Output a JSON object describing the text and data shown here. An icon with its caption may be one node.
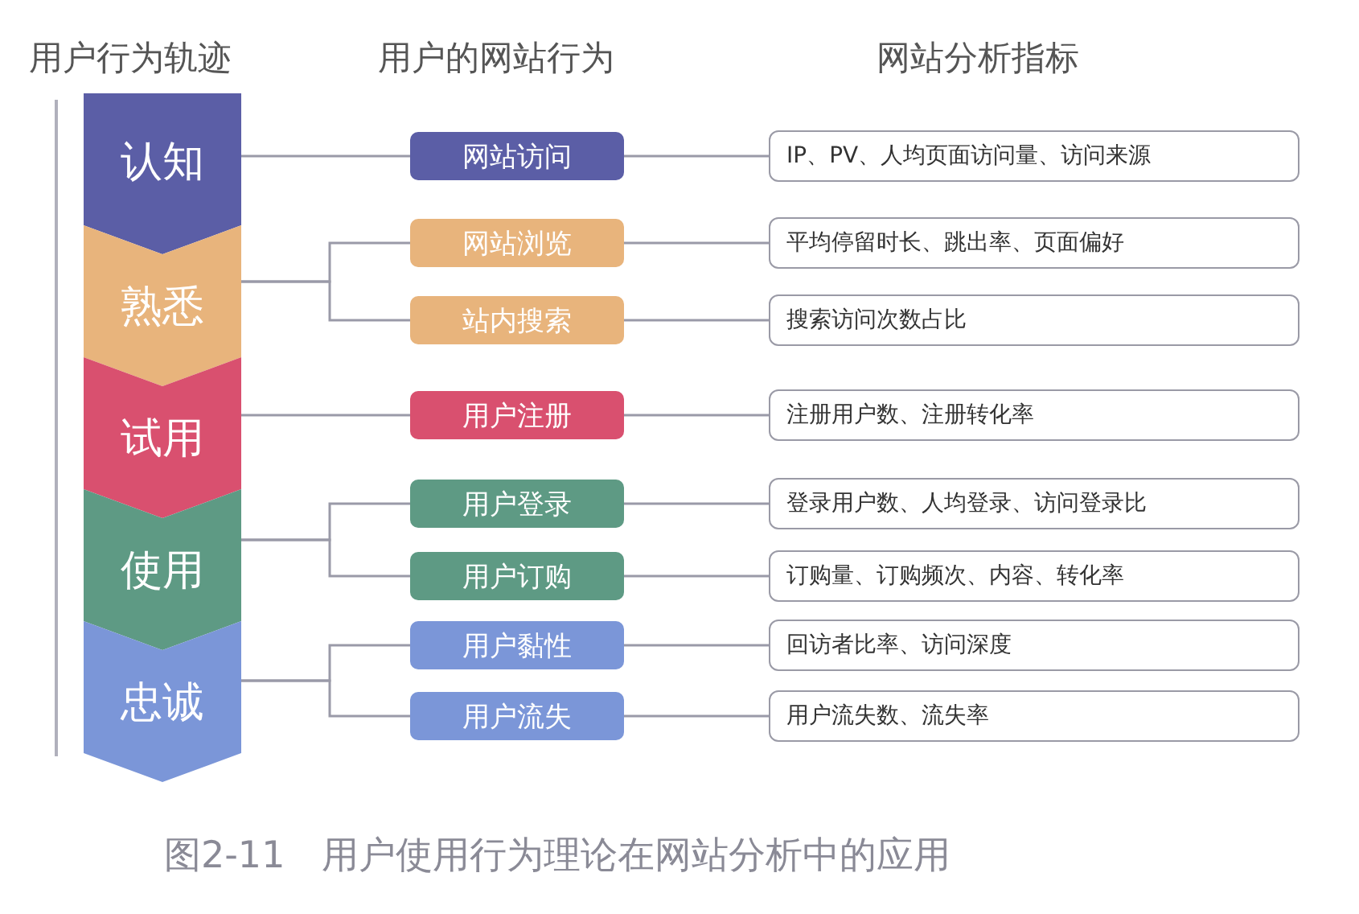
{
  "diagram": {
    "caption": "图2-11　用户使用行为理论在网站分析中的应用",
    "nodes": [
      {
        "text": [
          "认知"
        ]
      },
      {
        "text": [
          "熟悉"
        ]
      },
      {
        "text": [
          "试用"
        ]
      },
      {
        "text": [
          "使用"
        ]
      },
      {
        "text": [
          "忠诚"
        ]
      },
      {
        "text": [
          "网站访问"
        ]
      },
      {
        "text": [
          "网站浏览"
        ]
      },
      {
        "text": [
          "站内搜索"
        ]
      },
      {
        "text": [
          "用户注册"
        ]
      },
      {
        "text": [
          "用户登录"
        ]
      },
      {
        "text": [
          "用户订购"
        ]
      },
      {
        "text": [
          "用户黏性"
        ]
      },
      {
        "text": [
          "用户流失"
        ]
      },
      {
        "text": [
          "IP、PV、人均页面访问量、访问来源"
        ]
      },
      {
        "text": [
          "平均停留时长、跳出率、页面偏好"
        ]
      },
      {
        "text": [
          "搜索访问次数占比"
        ]
      },
      {
        "text": [
          "注册用户数、注册转化率"
        ]
      },
      {
        "text": [
          "登录用户数、人均登录、访问登录比"
        ]
      },
      {
        "text": [
          "订购量、订购频次、内容、转化率"
        ]
      },
      {
        "text": [
          "回访者比率、访问深度"
        ]
      },
      {
        "text": [
          "用户流失数、流失率"
        ]
      }
    ],
    "edges": [
      {
        "from": 0,
        "to": 5,
        "arrow": "none"
      },
      {
        "from": 1,
        "to": 6,
        "arrow": "none"
      },
      {
        "from": 1,
        "to": 7,
        "arrow": "none"
      },
      {
        "from": 2,
        "to": 8,
        "arrow": "none"
      },
      {
        "from": 3,
        "to": 9,
        "arrow": "none"
      },
      {
        "from": 3,
        "to": 10,
        "arrow": "none"
      },
      {
        "from": 4,
        "to": 11,
        "arrow": "none"
      },
      {
        "from": 4,
        "to": 12,
        "arrow": "none"
      },
      {
        "from": 5,
        "to": 13,
        "arrow": "none"
      },
      {
        "from": 6,
        "to": 14,
        "arrow": "none"
      },
      {
        "from": 7,
        "to": 15,
        "arrow": "none"
      },
      {
        "from": 8,
        "to": 16,
        "arrow": "none"
      },
      {
        "from": 9,
        "to": 17,
        "arrow": "none"
      },
      {
        "from": 10,
        "to": 18,
        "arrow": "none"
      },
      {
        "from": 11,
        "to": 19,
        "arrow": "none"
      },
      {
        "from": 12,
        "to": 20,
        "arrow": "none"
      }
    ],
    "labels": [
      "用户行为轨迹",
      "用户的网站行为",
      "网站分析指标"
    ]
  }
}
